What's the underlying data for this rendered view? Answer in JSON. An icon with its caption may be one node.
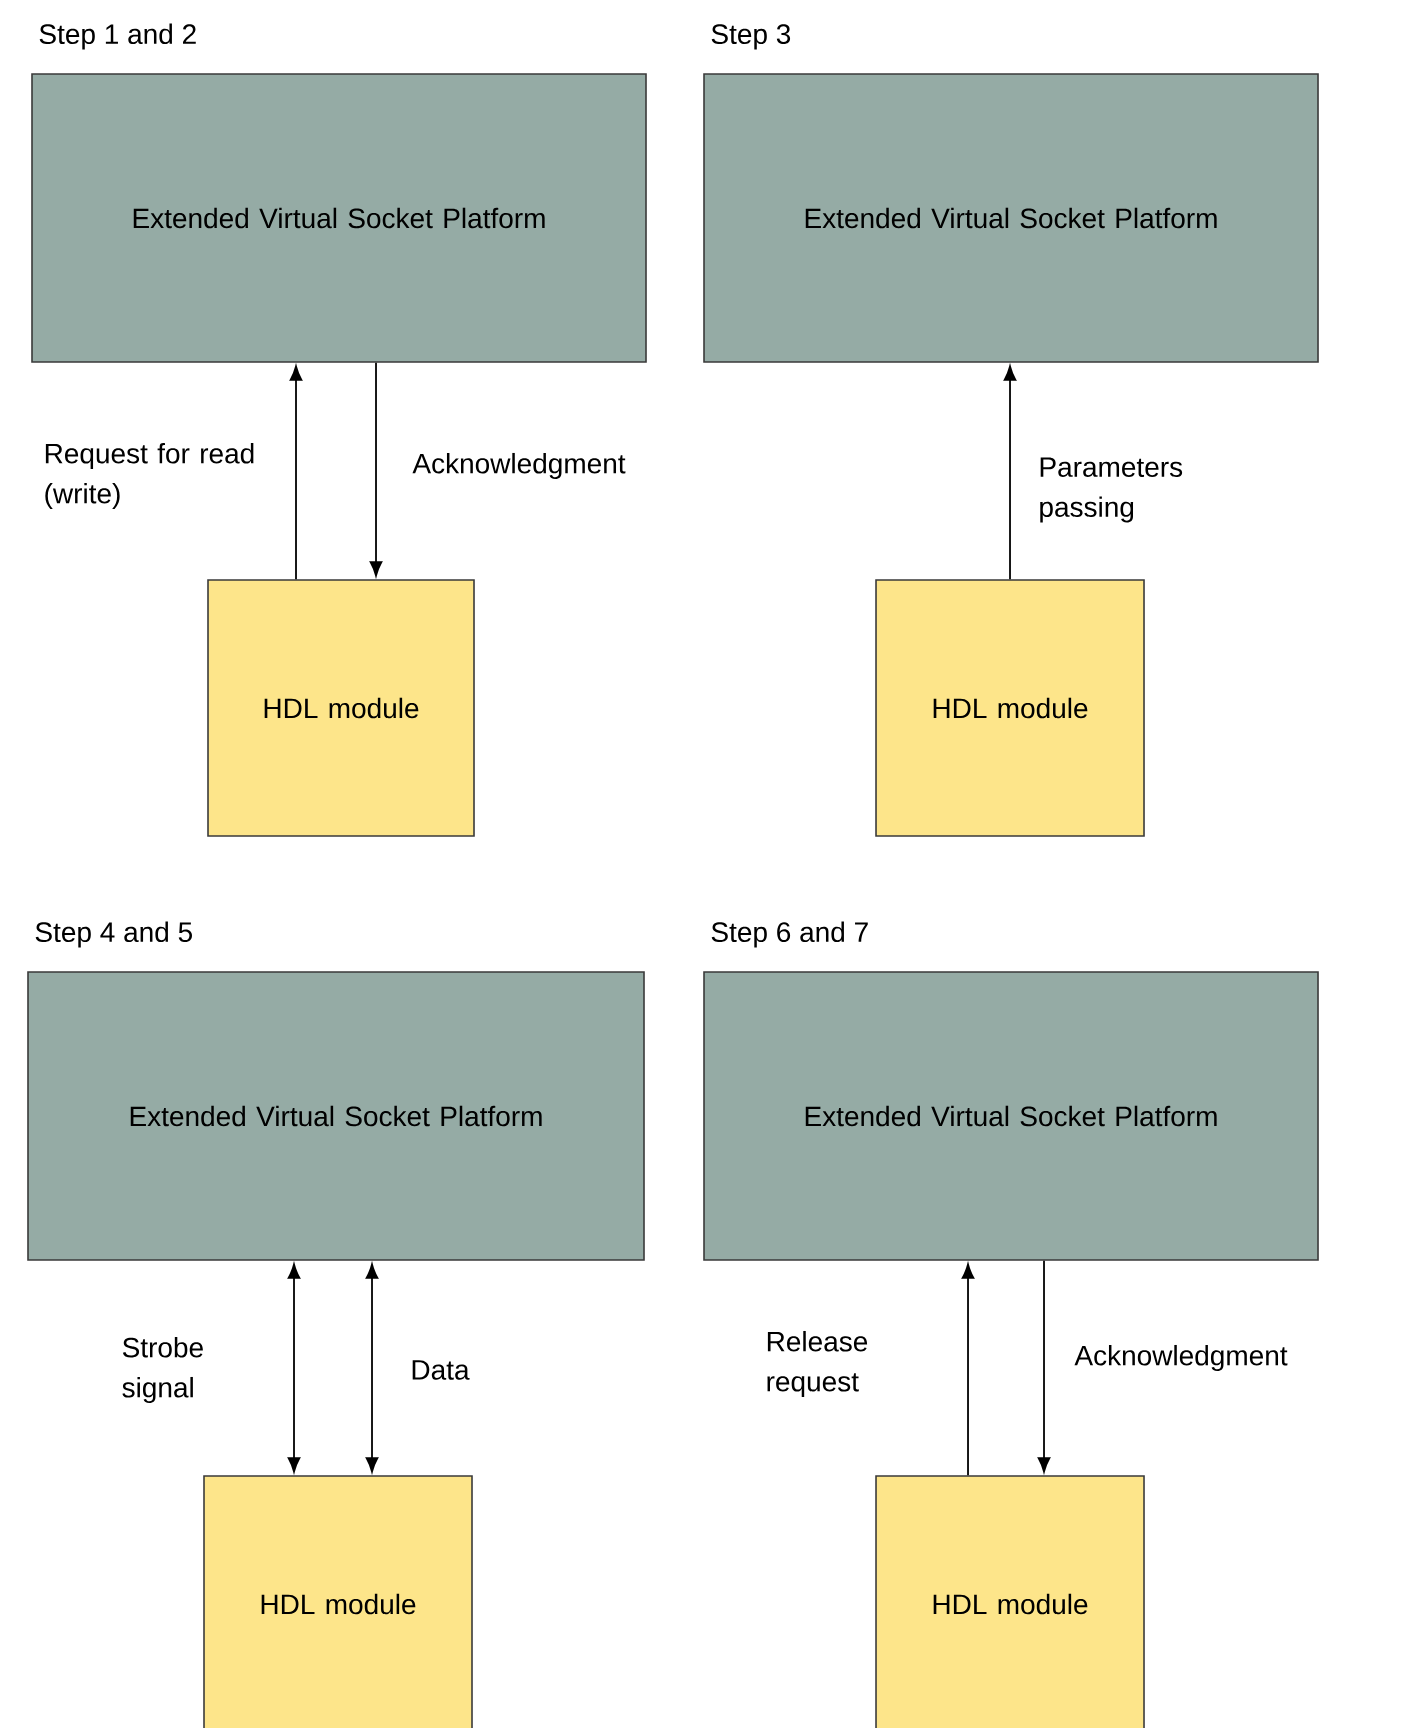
{
  "diagram": {
    "nodes": [
      {
        "text": [
          "Step 1 and 2",
          "Extended Virtual Socket Platform"
        ]
      },
      {
        "text": [
          "HDL module"
        ]
      },
      {
        "text": [
          "Step 3",
          "Extended Virtual Socket Platform"
        ]
      },
      {
        "text": [
          "HDL module"
        ]
      },
      {
        "text": [
          "Step 4 and 5",
          "Extended Virtual Socket Platform"
        ]
      },
      {
        "text": [
          "HDL module"
        ]
      },
      {
        "text": [
          "Step 6 and 7",
          "Extended Virtual Socket Platform"
        ]
      },
      {
        "text": [
          "HDL module"
        ]
      }
    ],
    "edges": [
      {
        "from": 1,
        "to": 0,
        "arrow": "to",
        "label": "Request for read (write)"
      },
      {
        "from": 0,
        "to": 1,
        "arrow": "to",
        "label": "Acknowledgment"
      },
      {
        "from": 3,
        "to": 2,
        "arrow": "to",
        "label": "Parameters passing"
      },
      {
        "from": 4,
        "to": 5,
        "arrow": "both",
        "label": "Strobe signal"
      },
      {
        "from": 4,
        "to": 5,
        "arrow": "both",
        "label": "Data"
      },
      {
        "from": 7,
        "to": 6,
        "arrow": "to",
        "label": "Release request"
      },
      {
        "from": 6,
        "to": 7,
        "arrow": "to",
        "label": "Acknowledgment"
      }
    ]
  }
}
